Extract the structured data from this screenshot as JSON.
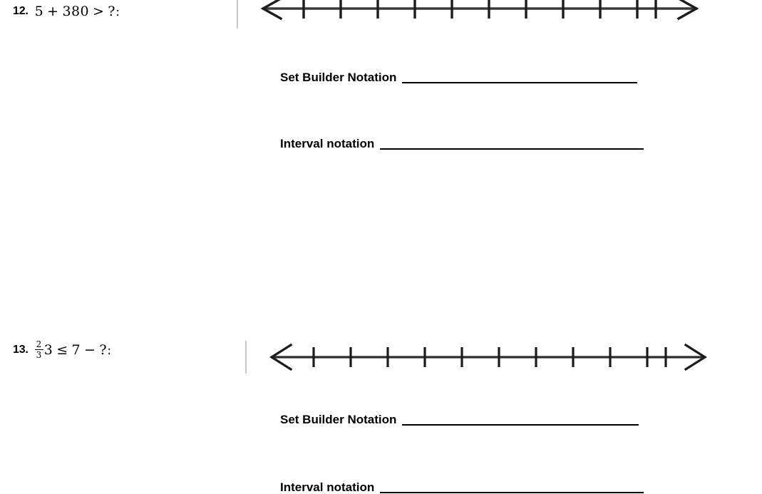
{
  "document": {
    "type": "math-worksheet",
    "background_color": "#ffffff",
    "ink_color": "#000000",
    "rule_color": "#c6c6c6"
  },
  "problems": [
    {
      "number": "12.",
      "expression": {
        "plain": "5 + 380 > ?ː",
        "lhs_first": "5",
        "operator_1": "+",
        "lhs_second": "380",
        "relation": ">",
        "rhs": "?ː"
      },
      "numberline": {
        "ticks": 11,
        "left_arrow": true,
        "right_arrow": true,
        "labels": []
      },
      "answers": [
        {
          "label": "Set Builder Notation",
          "value": ""
        },
        {
          "label": "Interval notation",
          "value": ""
        }
      ]
    },
    {
      "number": "13.",
      "expression": {
        "plain": "2/3 3 ≤ 7 − ?ː",
        "fraction_numerator": "2",
        "fraction_denominator": "3",
        "coefficient": "3",
        "relation": "≤",
        "rhs_first": "7",
        "operator_1": "−",
        "rhs_second": "?ː"
      },
      "numberline": {
        "ticks": 11,
        "left_arrow": true,
        "right_arrow": true,
        "labels": []
      },
      "answers": [
        {
          "label": "Set Builder Notation",
          "value": ""
        },
        {
          "label": "Interval notation",
          "value": ""
        }
      ]
    }
  ]
}
